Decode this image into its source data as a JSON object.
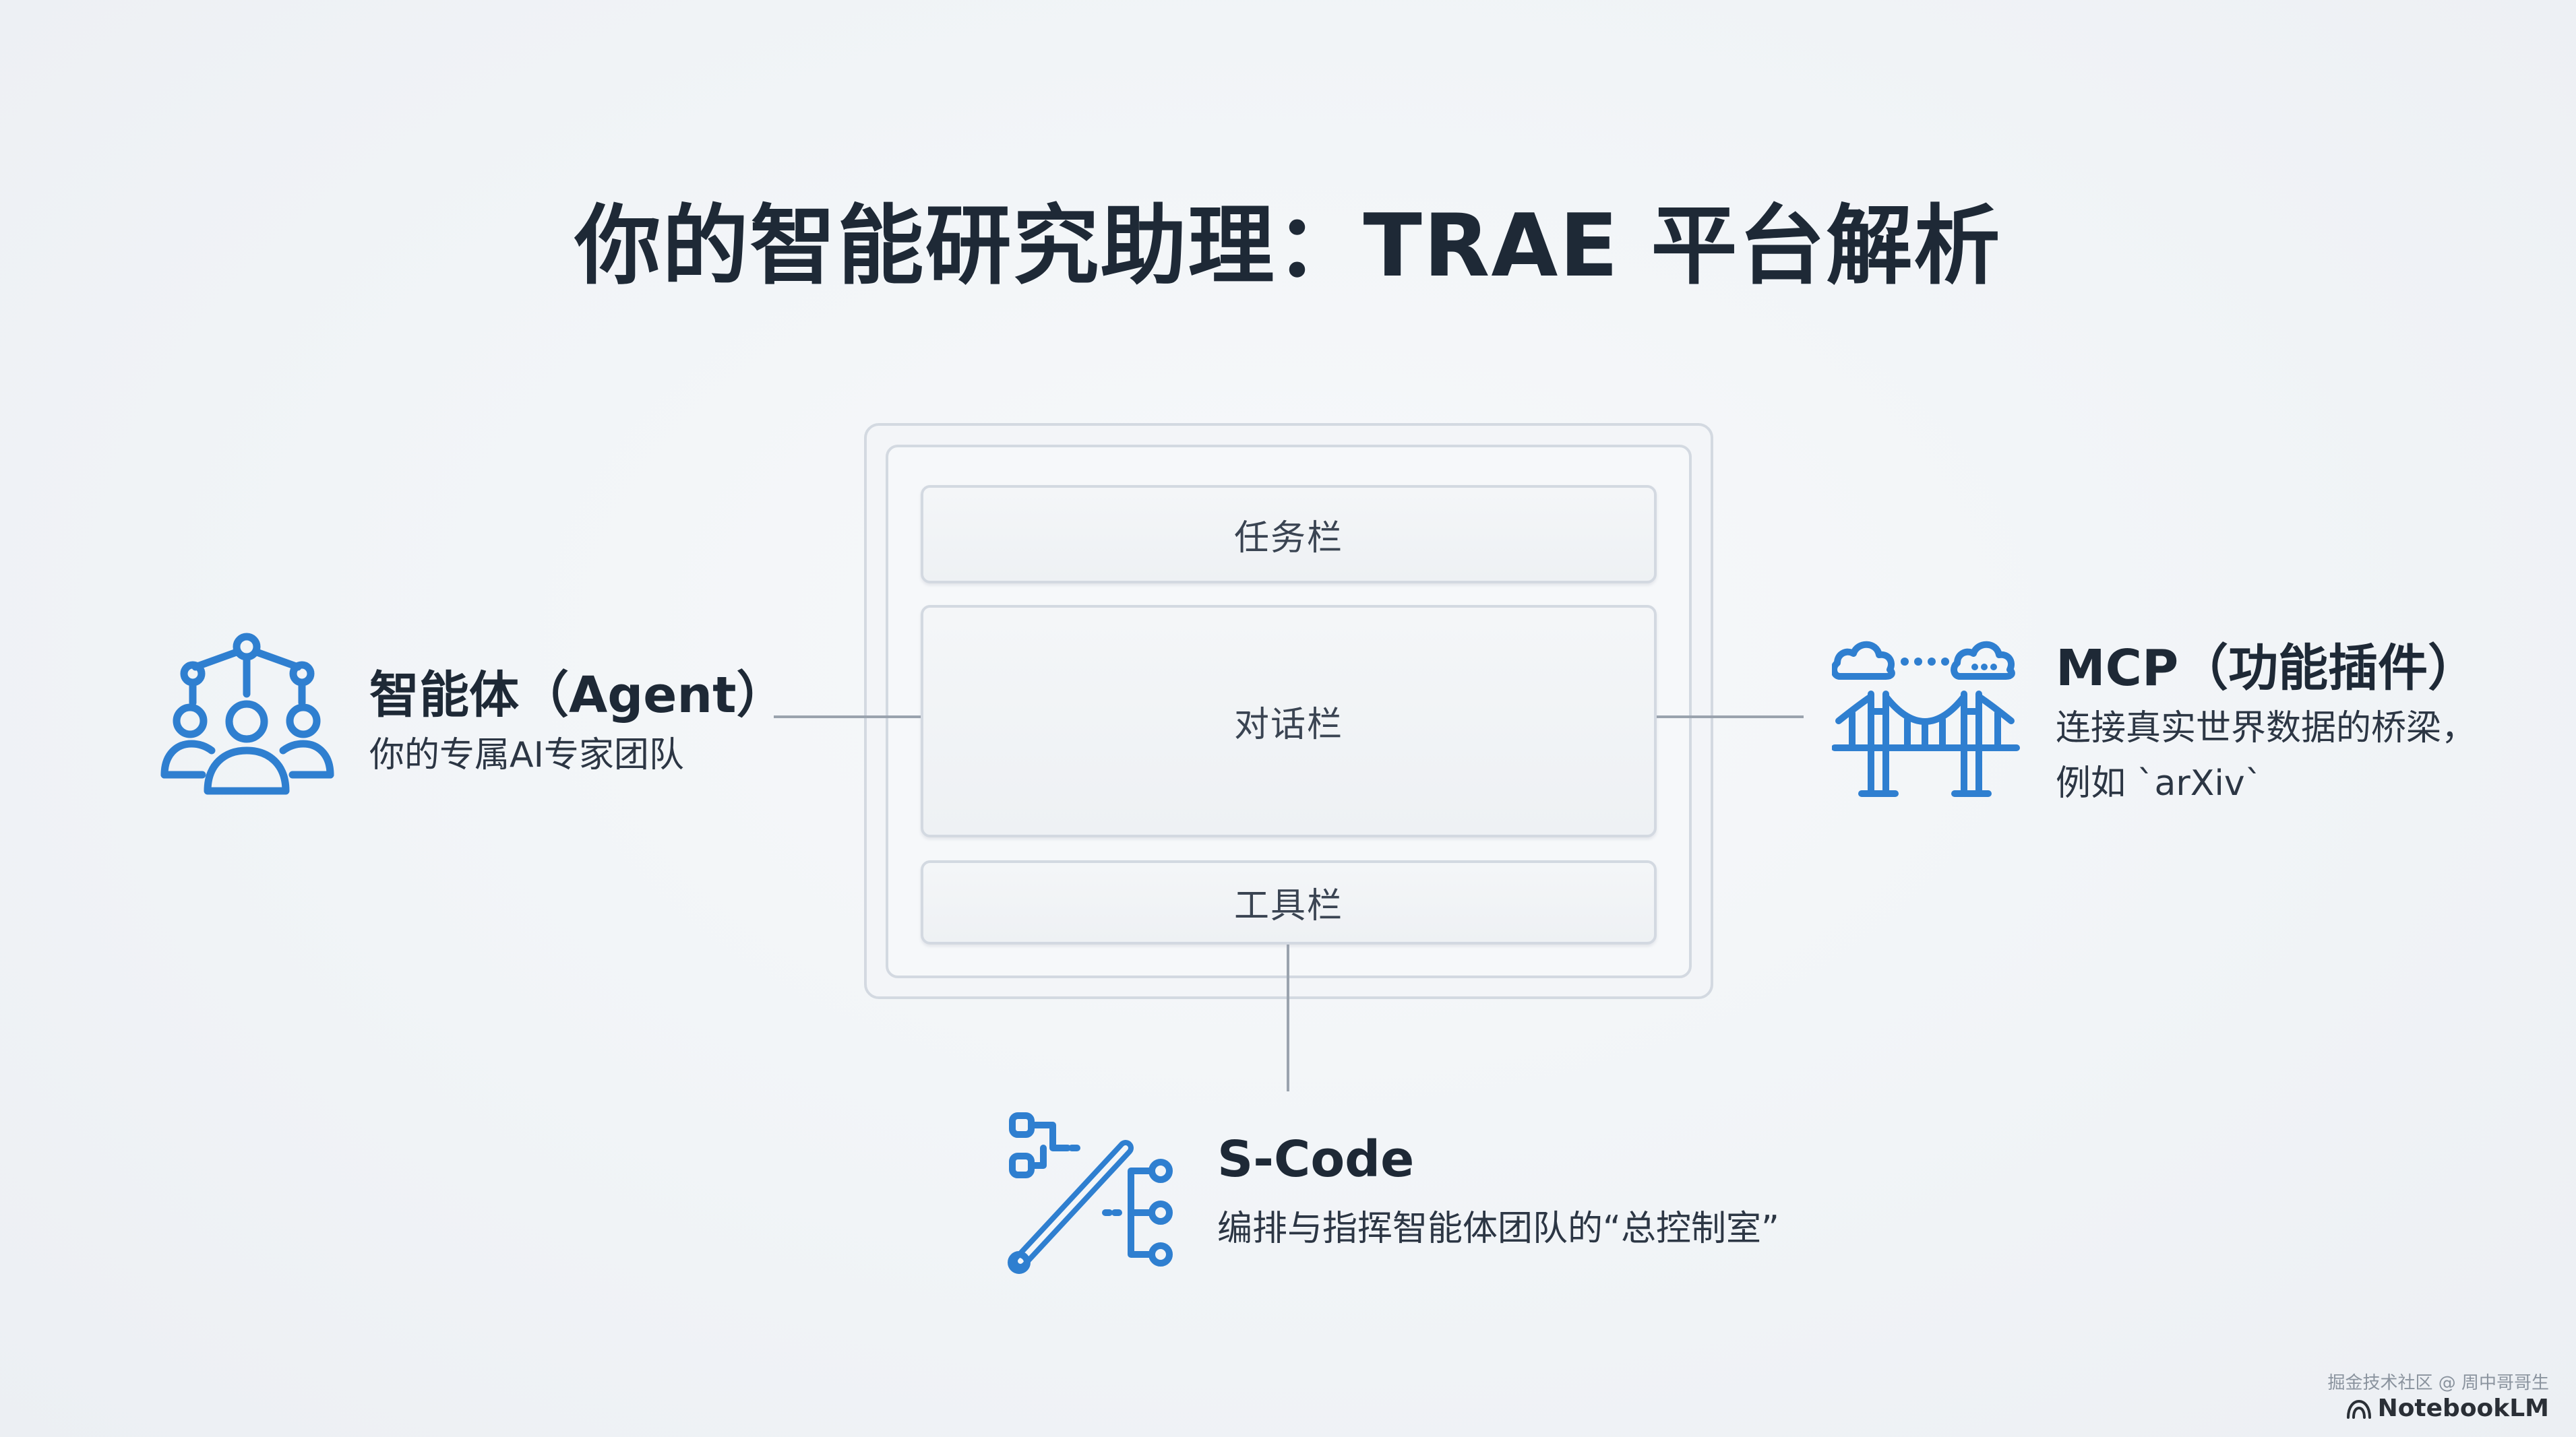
{
  "title": "你的智能研究助理：TRAE 平台解析",
  "window": {
    "taskbar_label": "任务栏",
    "chat_label": "对话栏",
    "toolbar_label": "工具栏"
  },
  "agent": {
    "title": "智能体（Agent）",
    "description": "你的专属AI专家团队",
    "icon": "team-network-icon"
  },
  "mcp": {
    "title": "MCP（功能插件）",
    "description_lines": [
      "连接真实世界数据的桥梁，",
      "例如 `arXiv`"
    ],
    "icon": "cloud-bridge-icon"
  },
  "scode": {
    "title": "S-Code",
    "description": "编排与指挥智能体团队的“总控制室”",
    "icon": "baton-flow-icon"
  },
  "watermark": {
    "source": "掘金技术社区 @ 周中哥哥生",
    "brand": "NotebookLM"
  },
  "colors": {
    "accent": "#2f7fd0",
    "connector": "#9aa3ae",
    "panel_border": "#d3d9e1"
  }
}
